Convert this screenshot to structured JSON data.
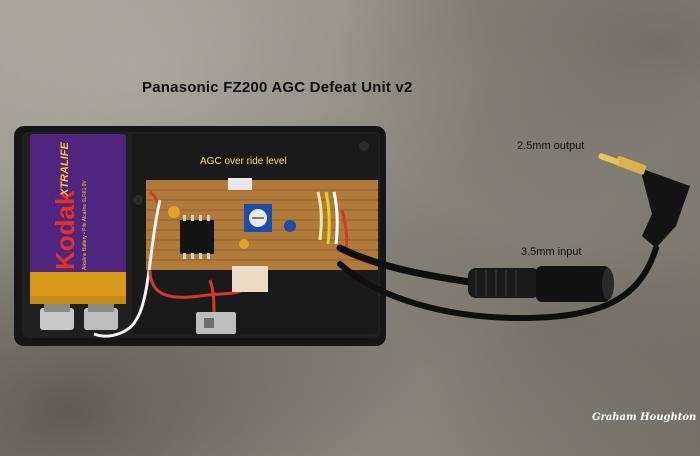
{
  "title": "Panasonic FZ200 AGC Defeat Unit v2",
  "labels": {
    "agc_override": "AGC over ride level",
    "output": "2.5mm output",
    "input": "3.5mm input"
  },
  "battery": {
    "brand": "Kodak",
    "line": "XTRALIFE",
    "subtext": "Alkaline Battery • Pile Alcaline 6LR61 9V"
  },
  "credit": "Graham Houghton",
  "colors": {
    "concrete": "#8e897f",
    "enclosure": "#1b1b1b",
    "battery_purple": "#5a2a8c",
    "battery_gold": "#e0a21e",
    "stripboard": "#b07a3a"
  }
}
